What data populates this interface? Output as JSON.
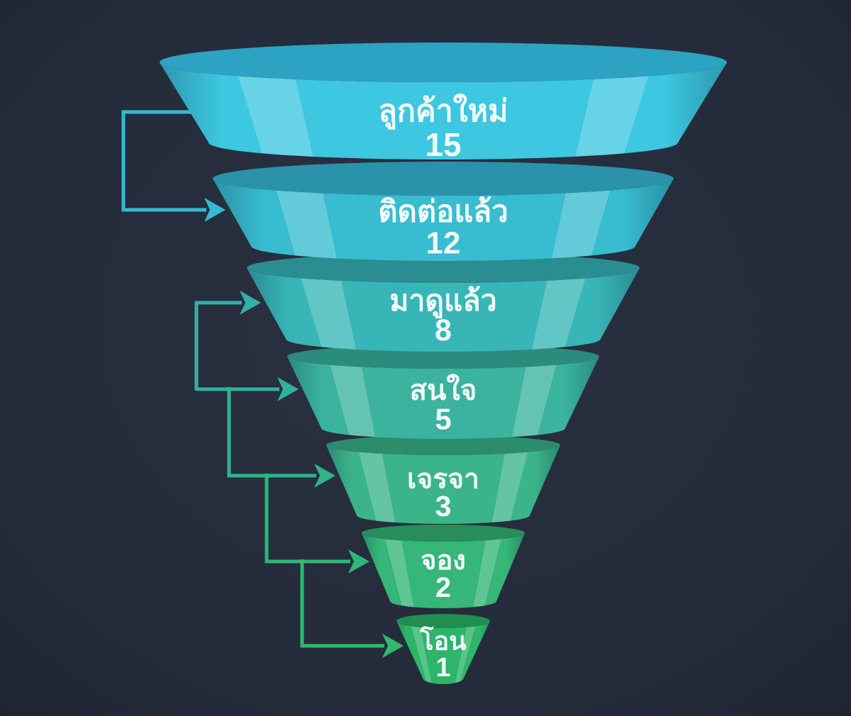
{
  "page": {
    "background_color": "#242b3a",
    "text_color": "#f2fbfd"
  },
  "chart_data": {
    "type": "funnel",
    "title": "",
    "orientation": "inverted-cone-3d",
    "legend": "none",
    "background_color": "#242b3a",
    "highlight_color": "rgba(255,255,255,0.21)",
    "value_text_color": "#f2fbfd",
    "categories": [
      "ลูกค้าใหม่",
      "ติดต่อแล้ว",
      "มาดูแล้ว",
      "สนใจ",
      "เจรจา",
      "จอง",
      "โอน"
    ],
    "values": [
      15,
      12,
      8,
      5,
      3,
      2,
      1
    ],
    "stages": [
      {
        "label": "ลูกค้าใหม่",
        "value": "15",
        "color": "#3dc7e0",
        "rim_color": "#2ca3c2"
      },
      {
        "label": "ติดต่อแล้ว",
        "value": "12",
        "color": "#38bccf",
        "rim_color": "#2b92ab"
      },
      {
        "label": "มาดูแล้ว",
        "value": "8",
        "color": "#38b6b7",
        "rim_color": "#2a8d92"
      },
      {
        "label": "สนใจ",
        "value": "5",
        "color": "#3bb39e",
        "rim_color": "#2b8b7d"
      },
      {
        "label": "เจรจา",
        "value": "3",
        "color": "#3cb48a",
        "rim_color": "#2c8d6d"
      },
      {
        "label": "จอง",
        "value": "2",
        "color": "#36b678",
        "rim_color": "#278e5b"
      },
      {
        "label": "โอน",
        "value": "1",
        "color": "#2db56a",
        "rim_color": "#1f8e4f"
      }
    ],
    "connectors": [
      {
        "from_stage": "ลูกค้าใหม่",
        "to_stage": "ติดต่อแล้ว",
        "color": "#36bad3"
      },
      {
        "from_stage": "ติดต่อแล้ว",
        "to_stage": "มาดูแล้ว",
        "color": "#31b1a7"
      },
      {
        "from_stage": "มาดูแล้ว",
        "to_stage": "สนใจ",
        "color": "#31b19c"
      },
      {
        "from_stage": "สนใจ",
        "to_stage": "เจรจา",
        "color": "#31b28b"
      },
      {
        "from_stage": "เจรจา",
        "to_stage": "จอง",
        "color": "#30b679"
      },
      {
        "from_stage": "จอง",
        "to_stage": "โอน",
        "color": "#2ebb6d"
      }
    ]
  }
}
